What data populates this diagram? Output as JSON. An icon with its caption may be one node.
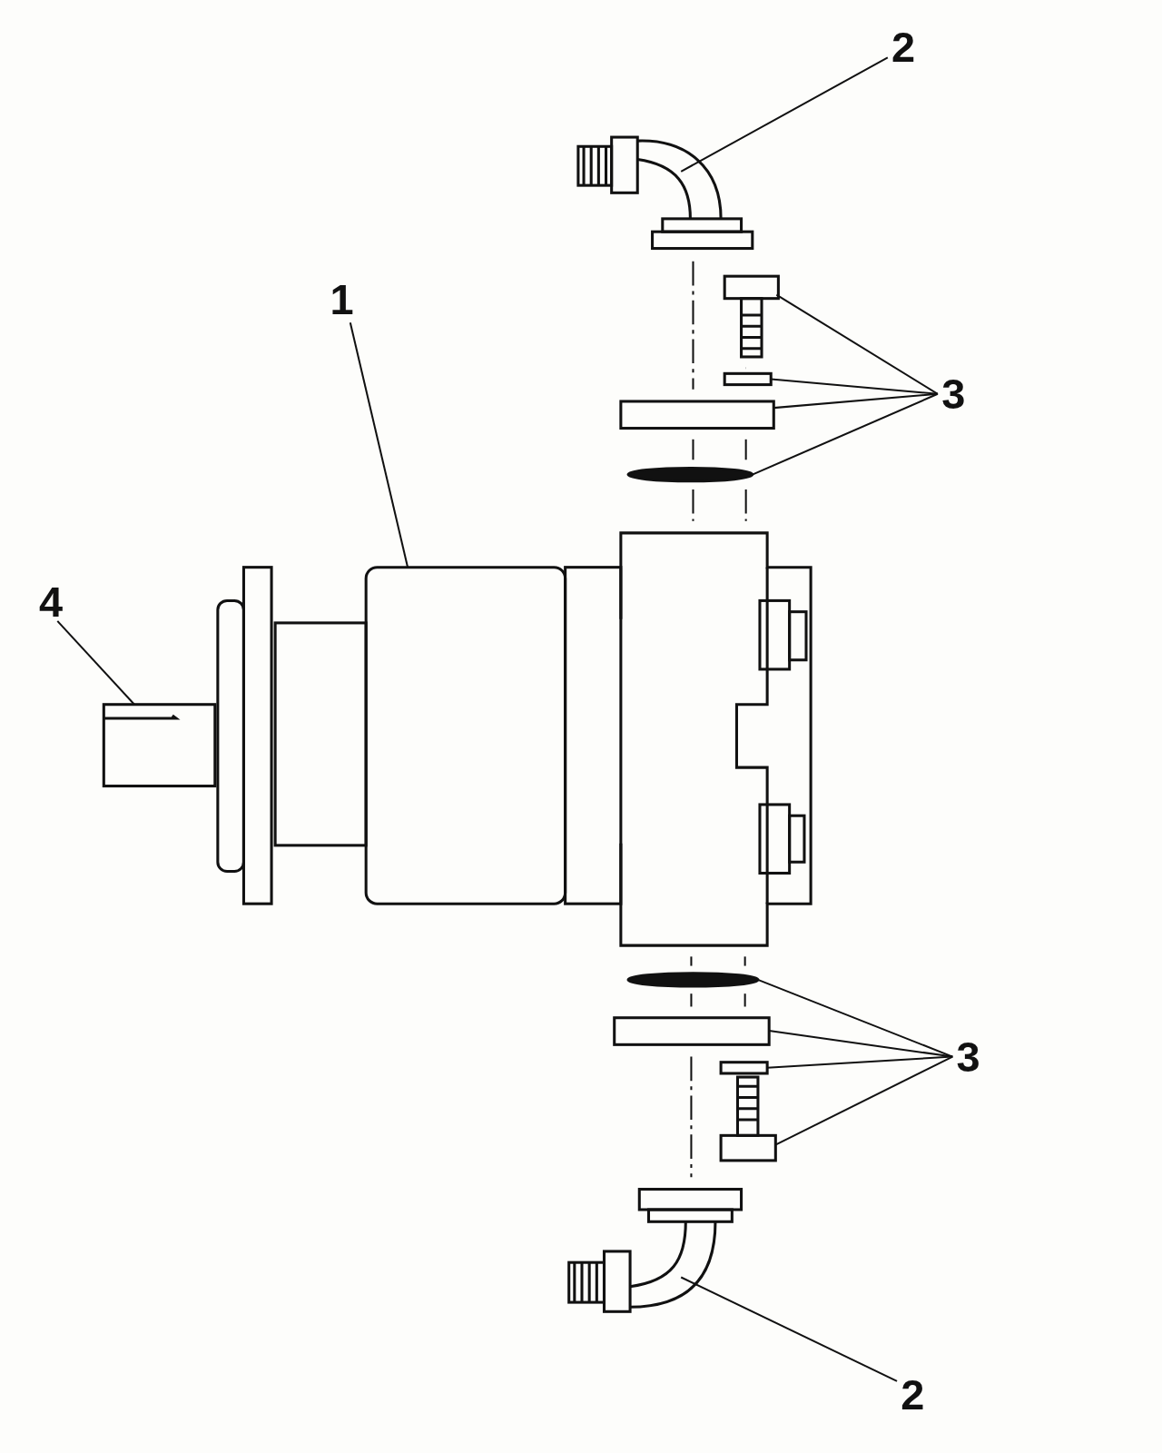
{
  "diagram": {
    "nodes": [
      {
        "text": [
          "1"
        ]
      },
      {
        "text": [],
        "shape": "picture"
      },
      {
        "text": [
          "2"
        ]
      },
      {
        "text": [],
        "shape": "picture"
      },
      {
        "text": [
          "3"
        ]
      },
      {
        "text": [],
        "shape": "picture"
      },
      {
        "text": [],
        "shape": "box"
      },
      {
        "text": [],
        "shape": "box"
      },
      {
        "text": [],
        "shape": "ellipse"
      },
      {
        "text": [
          "3"
        ]
      },
      {
        "text": [],
        "shape": "ellipse"
      },
      {
        "text": [],
        "shape": "box"
      },
      {
        "text": [],
        "shape": "box"
      },
      {
        "text": [],
        "shape": "picture"
      },
      {
        "text": [
          "2"
        ]
      },
      {
        "text": [],
        "shape": "picture"
      },
      {
        "text": [
          "4"
        ]
      },
      {
        "text": [],
        "shape": "picture"
      }
    ],
    "edges": [
      {
        "from": 0,
        "to": 1,
        "arrow": "none"
      },
      {
        "from": 2,
        "to": 3,
        "arrow": "none"
      },
      {
        "from": 4,
        "to": 5,
        "arrow": "none"
      },
      {
        "from": 4,
        "to": 6,
        "arrow": "none"
      },
      {
        "from": 4,
        "to": 7,
        "arrow": "none"
      },
      {
        "from": 4,
        "to": 8,
        "arrow": "none"
      },
      {
        "from": 9,
        "to": 10,
        "arrow": "none"
      },
      {
        "from": 9,
        "to": 11,
        "arrow": "none"
      },
      {
        "from": 9,
        "to": 12,
        "arrow": "none"
      },
      {
        "from": 9,
        "to": 13,
        "arrow": "none"
      },
      {
        "from": 14,
        "to": 15,
        "arrow": "none"
      },
      {
        "from": 16,
        "to": 17,
        "arrow": "none"
      }
    ]
  }
}
